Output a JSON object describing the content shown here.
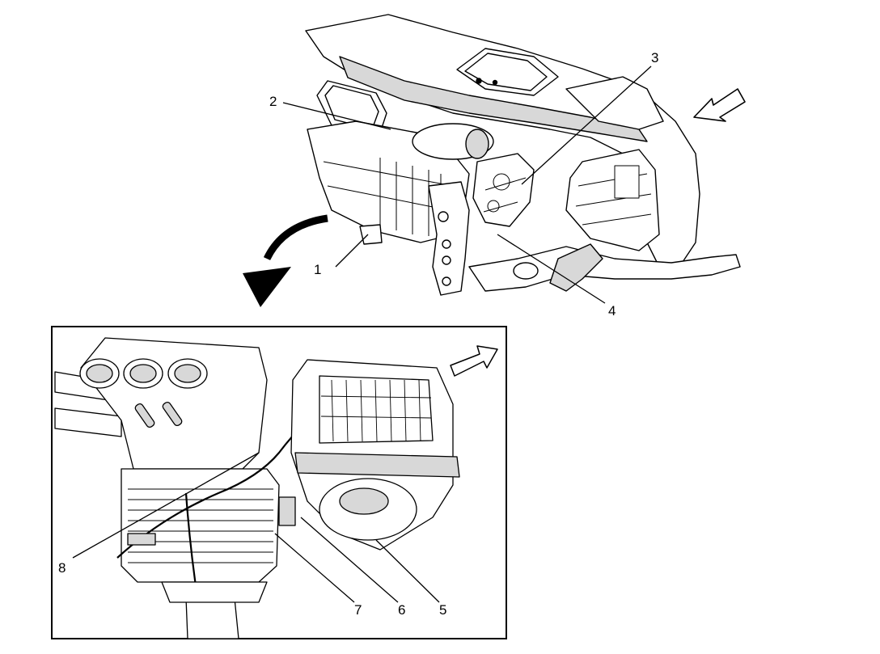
{
  "callouts": {
    "c1": "1",
    "c2": "2",
    "c3": "3",
    "c4": "4",
    "c5": "5",
    "c6": "6",
    "c7": "7",
    "c8": "8"
  },
  "colors": {
    "ink": "#000000",
    "paper": "#ffffff",
    "shade": "#d8d8d8"
  },
  "icons": {
    "forward_arrow": "direction-arrow-icon",
    "transition_arrow": "curved-arrow-icon"
  }
}
